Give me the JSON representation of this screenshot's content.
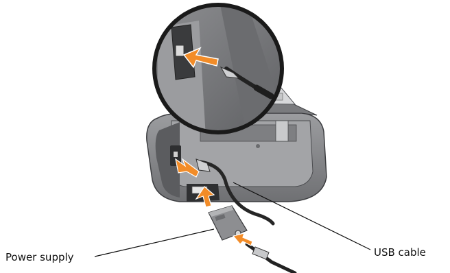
{
  "labels": {
    "power_supply": "Power supply",
    "usb_cable": "USB cable"
  },
  "colors": {
    "arrow": "#f28c28",
    "printer_body": "#8a8b8e",
    "printer_dark": "#4a4b4e",
    "cable": "#2a2a2a",
    "leader_line": "#111111"
  },
  "icons": [
    "printer-illustration",
    "usb-port-icon",
    "usb-plug-icon",
    "power-adapter-icon",
    "arrow-icon"
  ]
}
